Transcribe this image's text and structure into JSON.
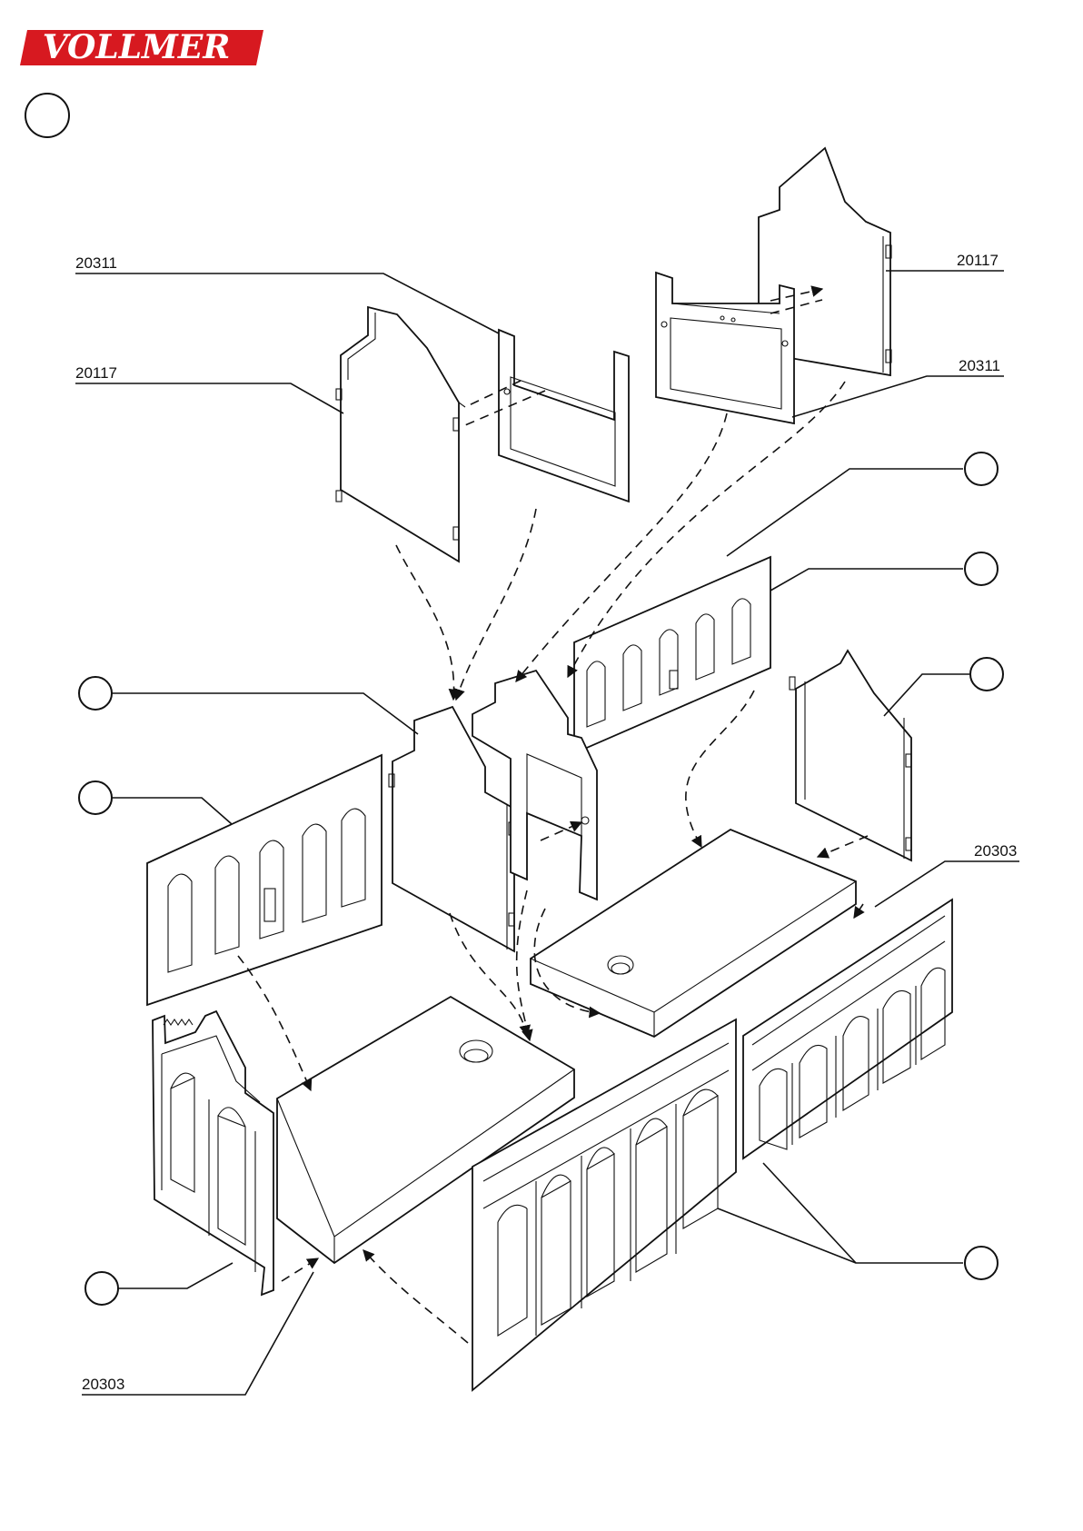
{
  "brand": {
    "name": "VOLLMER",
    "color": "#d71920"
  },
  "labels": {
    "top_left_frame": "20311",
    "top_left_wall": "20117",
    "top_right_wall": "20117",
    "top_right_frame": "20311",
    "right_base": "20303",
    "left_base": "20303"
  },
  "colors": {
    "ink": "#111111",
    "paper": "#ffffff"
  }
}
